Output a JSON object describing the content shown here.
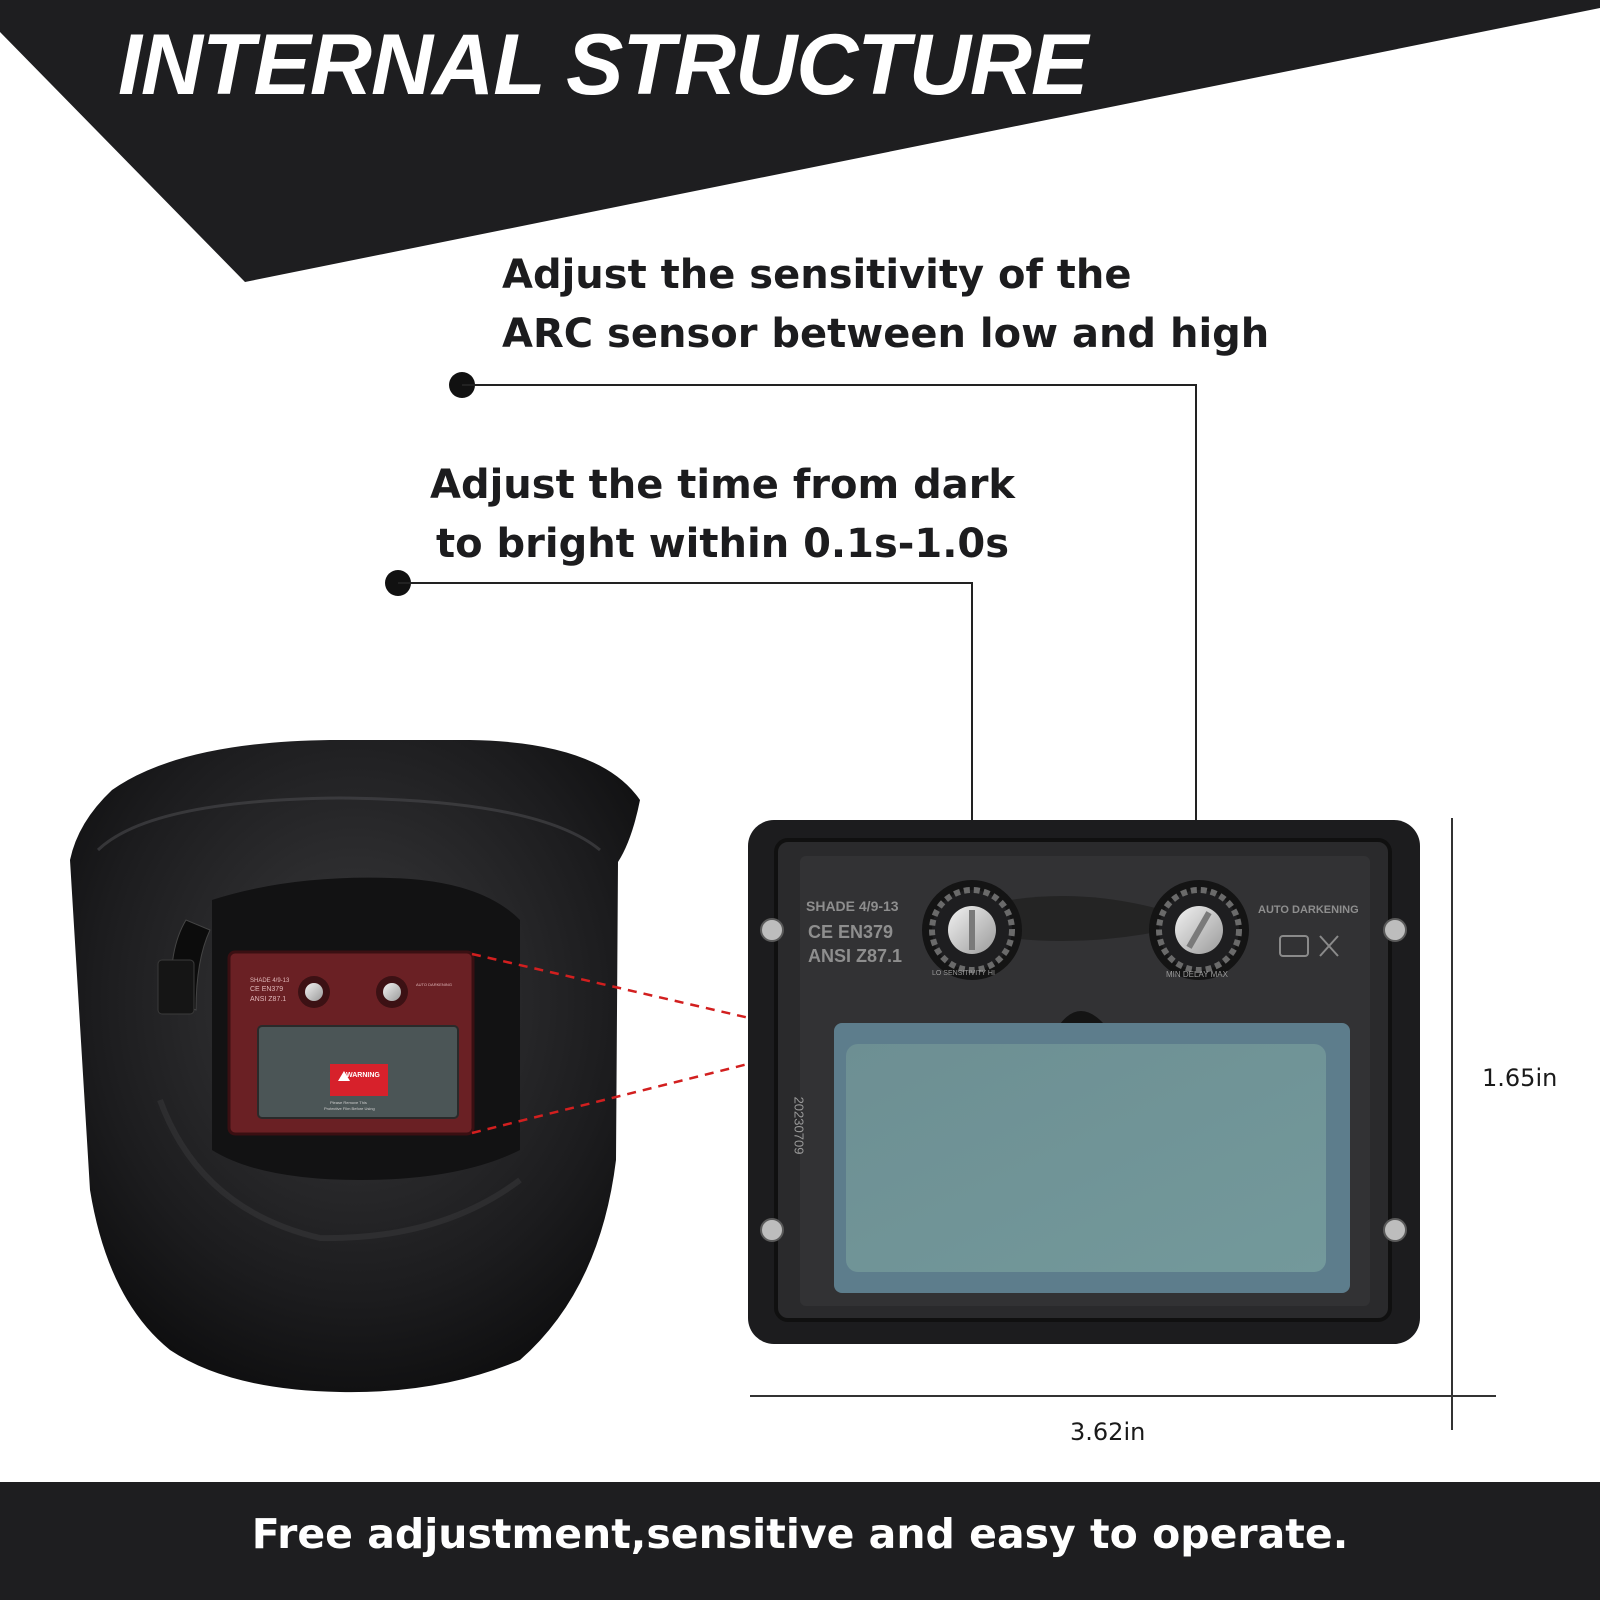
{
  "header": {
    "title": "INTERNAL STRUCTURE"
  },
  "callouts": {
    "sensitivity": {
      "lines": [
        "Adjust the sensitivity of the",
        "ARC sensor between low and high"
      ]
    },
    "delay": {
      "lines": [
        "Adjust the time from dark",
        "to bright within 0.1s-1.0s"
      ]
    }
  },
  "dimensions": {
    "height": "1.65in",
    "width": "3.62in"
  },
  "cartridge": {
    "shade": "SHADE 4/9-13",
    "standard_ce": "EN379",
    "standard_ansi": "ANSI Z87.1",
    "brand": "AUTO DARKENING",
    "sensitivity_knob": {
      "lo": "LO",
      "label": "SENSITIVITY",
      "hi": "HI"
    },
    "delay_knob": {
      "min": "MIN",
      "label": "DELAY",
      "max": "MAX"
    },
    "date_code": "20230709"
  },
  "helmet_window": {
    "shade": "SHADE 4/9-13",
    "standard_ce": "EN379",
    "standard_ansi": "ANSI Z87.1",
    "brand": "AUTO DARKENING",
    "warning": "WARNING",
    "warning_note_1": "Please Remove This",
    "warning_note_2": "Protective Film Before Using"
  },
  "footer": {
    "tagline": "Free adjustment,sensitive and easy to operate."
  },
  "colors": {
    "banner": "#1e1e20",
    "lens": "#6f9497",
    "lens_frame": "#5d7d8c",
    "helmet_window_housing": "#6a2024",
    "leader_dash": "#d21f1f"
  }
}
